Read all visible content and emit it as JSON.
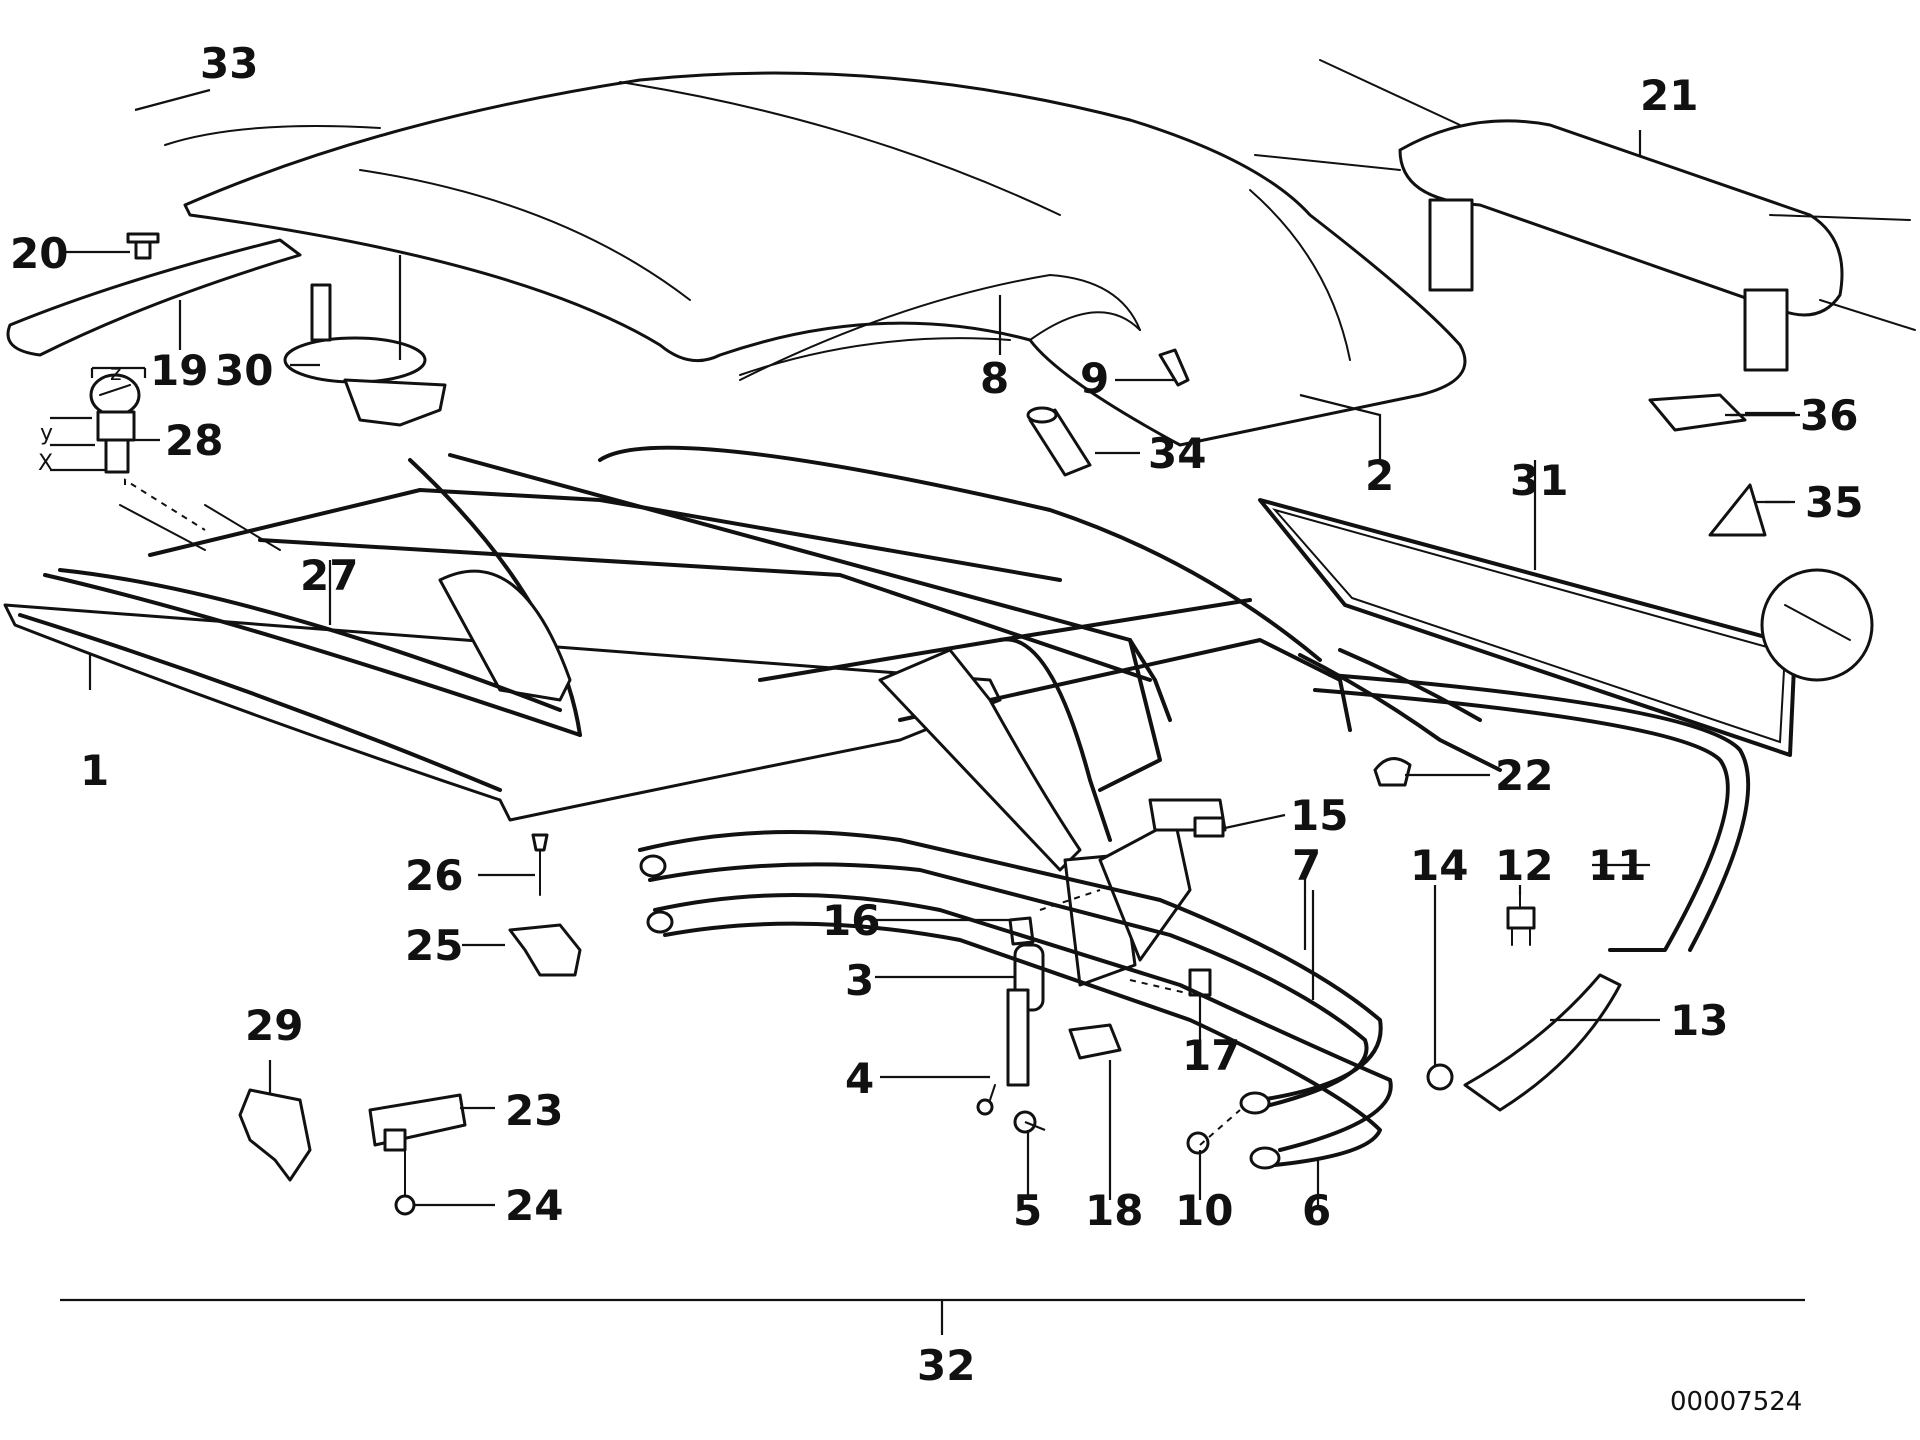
{
  "callouts": {
    "c1": "1",
    "c2": "2",
    "c3": "3",
    "c4": "4",
    "c5": "5",
    "c6": "6",
    "c7": "7",
    "c8": "8",
    "c9": "9",
    "c10": "10",
    "c11": "11",
    "c12": "12",
    "c13": "13",
    "c14": "14",
    "c15": "15",
    "c16": "16",
    "c17": "17",
    "c18": "18",
    "c19": "19",
    "c20": "20",
    "c21": "21",
    "c22": "22",
    "c23": "23",
    "c24": "24",
    "c25": "25",
    "c26": "26",
    "c27": "27",
    "c28": "28",
    "c29": "29",
    "c30": "30",
    "c31": "31",
    "c32": "32",
    "c33": "33",
    "c34": "34",
    "c35": "35",
    "c36": "36"
  },
  "dimension_labels": {
    "z": "z",
    "y": "y",
    "x": "X"
  },
  "document_number": "00007524",
  "colors": {
    "ink": "#111111",
    "paper": "#ffffff"
  }
}
